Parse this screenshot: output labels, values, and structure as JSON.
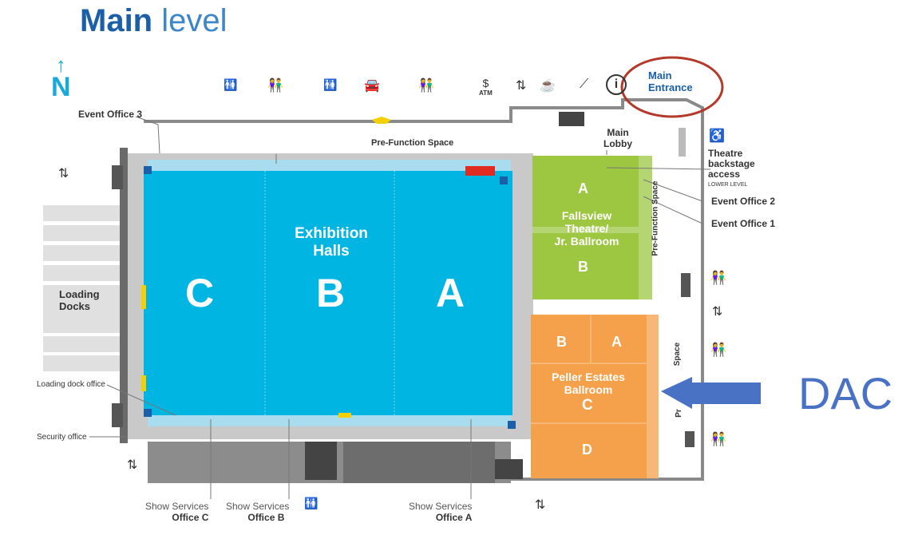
{
  "title": {
    "bold": "Main",
    "light": "level"
  },
  "north": {
    "arrow": "↑",
    "letter": "N"
  },
  "halls": {
    "name_line1": "Exhibition",
    "name_line2": "Halls",
    "sections": [
      "C",
      "B",
      "A"
    ]
  },
  "theatre": {
    "section_top": "A",
    "section_bottom": "B",
    "name_line1": "Fallsview",
    "name_line2": "Theatre/",
    "name_line3": "Jr. Ballroom"
  },
  "ballroom": {
    "sections": [
      "B",
      "A",
      "C",
      "D"
    ],
    "name_line1": "Peller Estates",
    "name_line2": "Ballroom"
  },
  "labels": {
    "event_office_3": "Event Office 3",
    "pre_function_top": "Pre-Function Space",
    "main_lobby_1": "Main",
    "main_lobby_2": "Lobby",
    "main_entrance_1": "Main",
    "main_entrance_2": "Entrance",
    "theatre_backstage_1": "Theatre",
    "theatre_backstage_2": "backstage",
    "theatre_backstage_3": "access",
    "lower_level": "LOWER LEVEL",
    "event_office_2": "Event Office 2",
    "event_office_1": "Event Office 1",
    "pre_function_vertical": "Pre-Function Space",
    "pre_function_vertical_2": "Space",
    "pre_function_partial": "Pr",
    "loading_docks_1": "Loading",
    "loading_docks_2": "Docks",
    "loading_dock_office": "Loading dock office",
    "security_office": "Security office",
    "show_services_c_1": "Show Services",
    "show_services_c_2": "Office C",
    "show_services_b_1": "Show Services",
    "show_services_b_2": "Office B",
    "show_services_a_1": "Show Services",
    "show_services_a_2": "Office A",
    "atm": "ATM",
    "dac": "DAC"
  },
  "icons": [
    "accessible-washroom-icon",
    "washroom-icon",
    "parking-icon",
    "atm-icon",
    "elevator-icon",
    "coffee-icon",
    "escalator-icon",
    "info-icon",
    "wheelchair-icon"
  ],
  "colors": {
    "exhibition": "#00b5e2",
    "theatre": "#9dc740",
    "ballroom": "#f5a04a",
    "title": "#1a5fa8",
    "north": "#1aaad8",
    "highlight_circle": "#b33a2a",
    "dac": "#4a72c4"
  }
}
